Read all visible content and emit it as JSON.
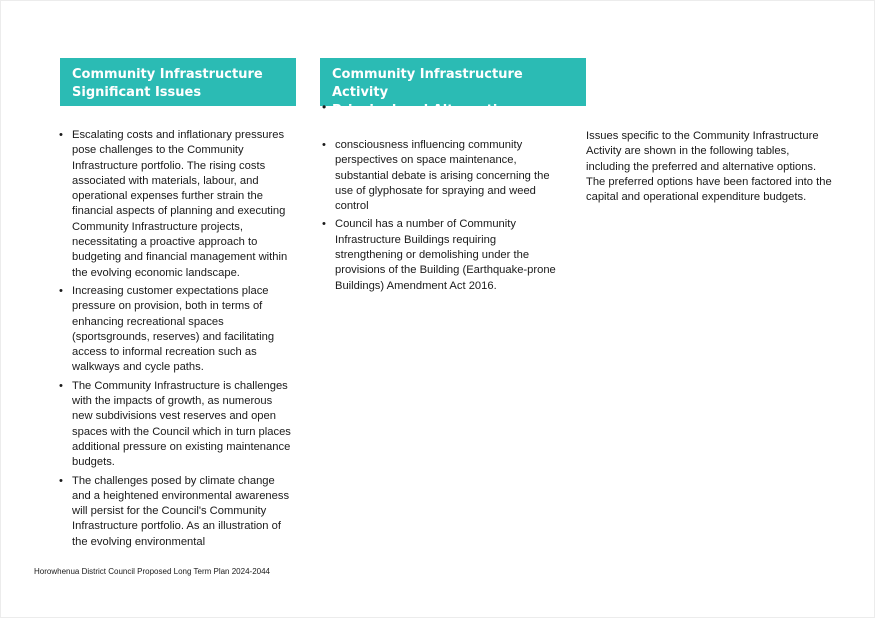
{
  "left_heading": {
    "line1": "Community Infrastructure",
    "line2": "Significant Issues"
  },
  "right_heading": {
    "line1": "Community Infrastructure Activity",
    "line2": "Principal and Alternative Options"
  },
  "stray_bullet": "•",
  "left_bullets": [
    "Escalating costs and inflationary pressures pose challenges to the Community Infrastructure portfolio. The rising costs associated with materials, labour, and operational expenses further strain the financial aspects of planning and executing Community Infrastructure projects, necessitating a proactive approach to budgeting and financial management within the evolving economic landscape.",
    "Increasing customer expectations place pressure on provision, both in terms of enhancing recreational spaces (sportsgrounds, reserves) and facilitating access to informal recreation such as walkways and cycle paths.",
    "The Community Infrastructure is challenges with the impacts of growth, as numerous new subdivisions vest reserves and open spaces with the Council which in turn places additional pressure on existing maintenance budgets.",
    "The challenges posed by climate change and a heightened environmental awareness will persist for the Council's Community Infrastructure portfolio. As an illustration of the evolving environmental"
  ],
  "middle_bullets": [
    "consciousness influencing community perspectives on space maintenance, substantial debate is arising concerning the use of glyphosate for spraying and weed control",
    "Council has a number of Community Infrastructure Buildings requiring strengthening or demolishing under the provisions of the Building (Earthquake-prone Buildings) Amendment Act 2016."
  ],
  "right_paragraph": "Issues specific to the Community Infrastructure Activity are shown in the following tables, including the preferred and alternative options. The preferred options have been factored into the capital and operational expenditure budgets.",
  "footer": "Horowhenua District Council Proposed Long Term Plan 2024-2044",
  "colors": {
    "banner": "#2bbbb4",
    "banner_text": "#ffffff",
    "body_text": "#1a1a1a"
  }
}
